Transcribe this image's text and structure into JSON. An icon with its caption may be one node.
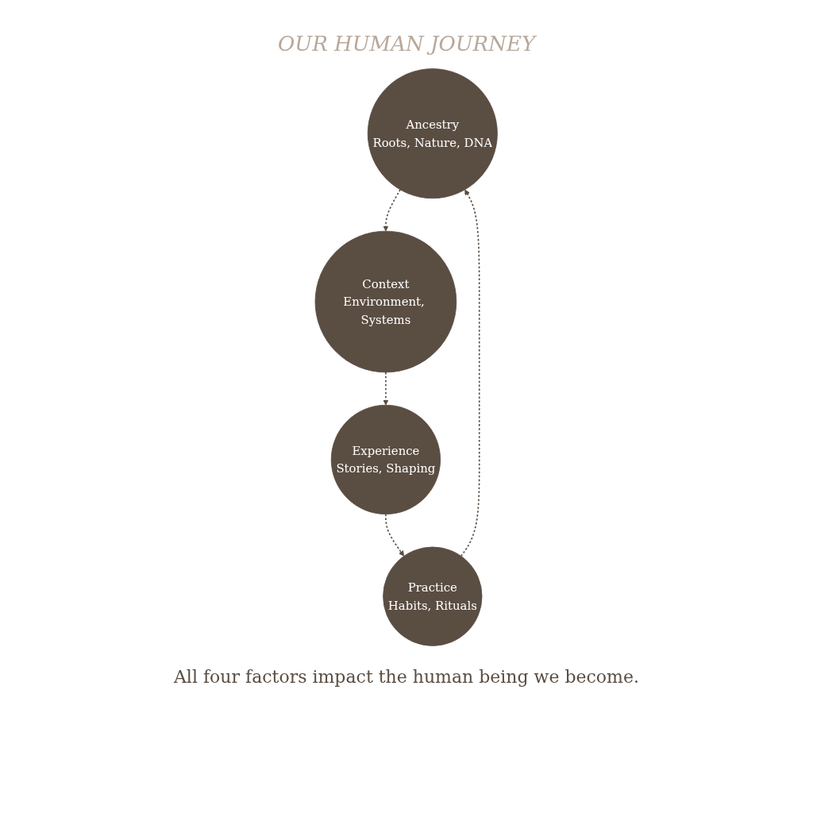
{
  "diagram": {
    "title": "OUR HUMAN JOURNEY",
    "nodes": [
      {
        "text": [
          "Ancestry",
          "Roots, Nature, DNA"
        ]
      },
      {
        "text": [
          "Practice",
          "Habits, Rituals"
        ]
      },
      {
        "text": [
          "Context",
          "Environment, Systems"
        ]
      },
      {
        "text": [
          "Experience",
          "Stories, Shaping"
        ]
      }
    ],
    "edges": [
      {
        "from": 0,
        "to": 2,
        "arrow": "to",
        "style": "dashed"
      },
      {
        "from": 2,
        "to": 3,
        "arrow": "to",
        "style": "dashed"
      },
      {
        "from": 3,
        "to": 1,
        "arrow": "to",
        "style": "dashed"
      },
      {
        "from": 1,
        "to": 0,
        "arrow": "to",
        "style": "dashed"
      }
    ],
    "labels": [
      "All four factors impact the human being we become."
    ]
  }
}
